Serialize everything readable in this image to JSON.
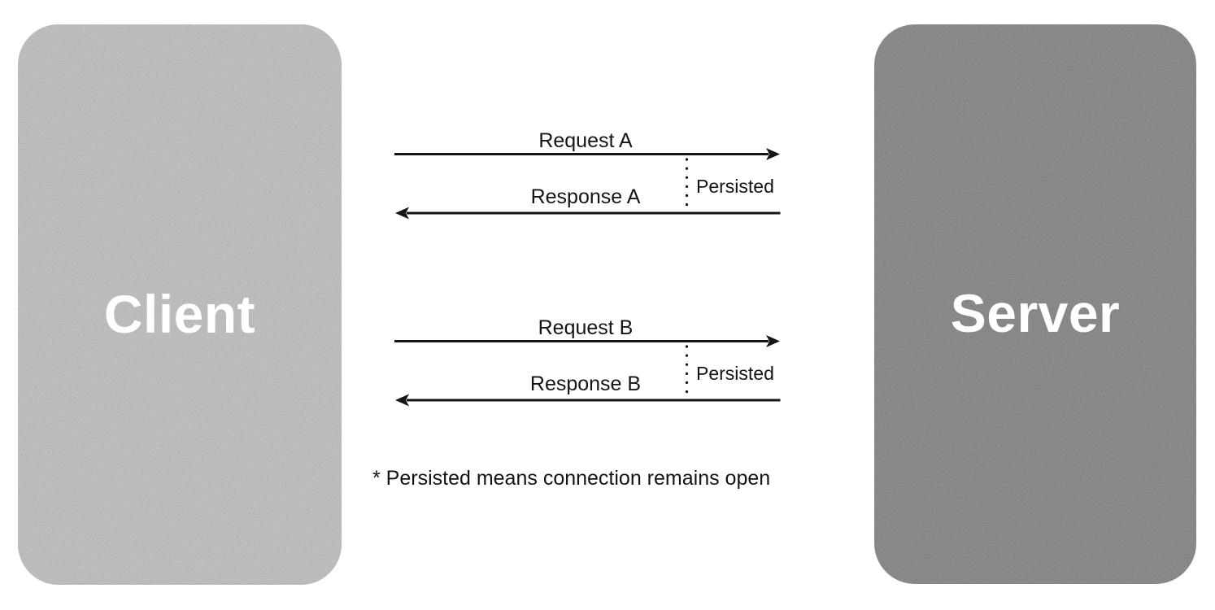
{
  "nodes": {
    "client": {
      "label": "Client",
      "bg": "#8b8b8b",
      "text_color": "#ffffff"
    },
    "server": {
      "label": "Server",
      "bg": "#606060",
      "text_color": "#ffffff"
    }
  },
  "exchanges": [
    {
      "request": "Request A",
      "request_direction": "client-to-server",
      "response": "Response A",
      "response_direction": "server-to-client",
      "annotation": "Persisted"
    },
    {
      "request": "Request B",
      "request_direction": "client-to-server",
      "response": "Response B",
      "response_direction": "server-to-client",
      "annotation": "Persisted"
    }
  ],
  "footnote": "* Persisted means connection remains open",
  "colors": {
    "background": "#ffffff",
    "line": "#151515",
    "label_text": "#141414"
  }
}
